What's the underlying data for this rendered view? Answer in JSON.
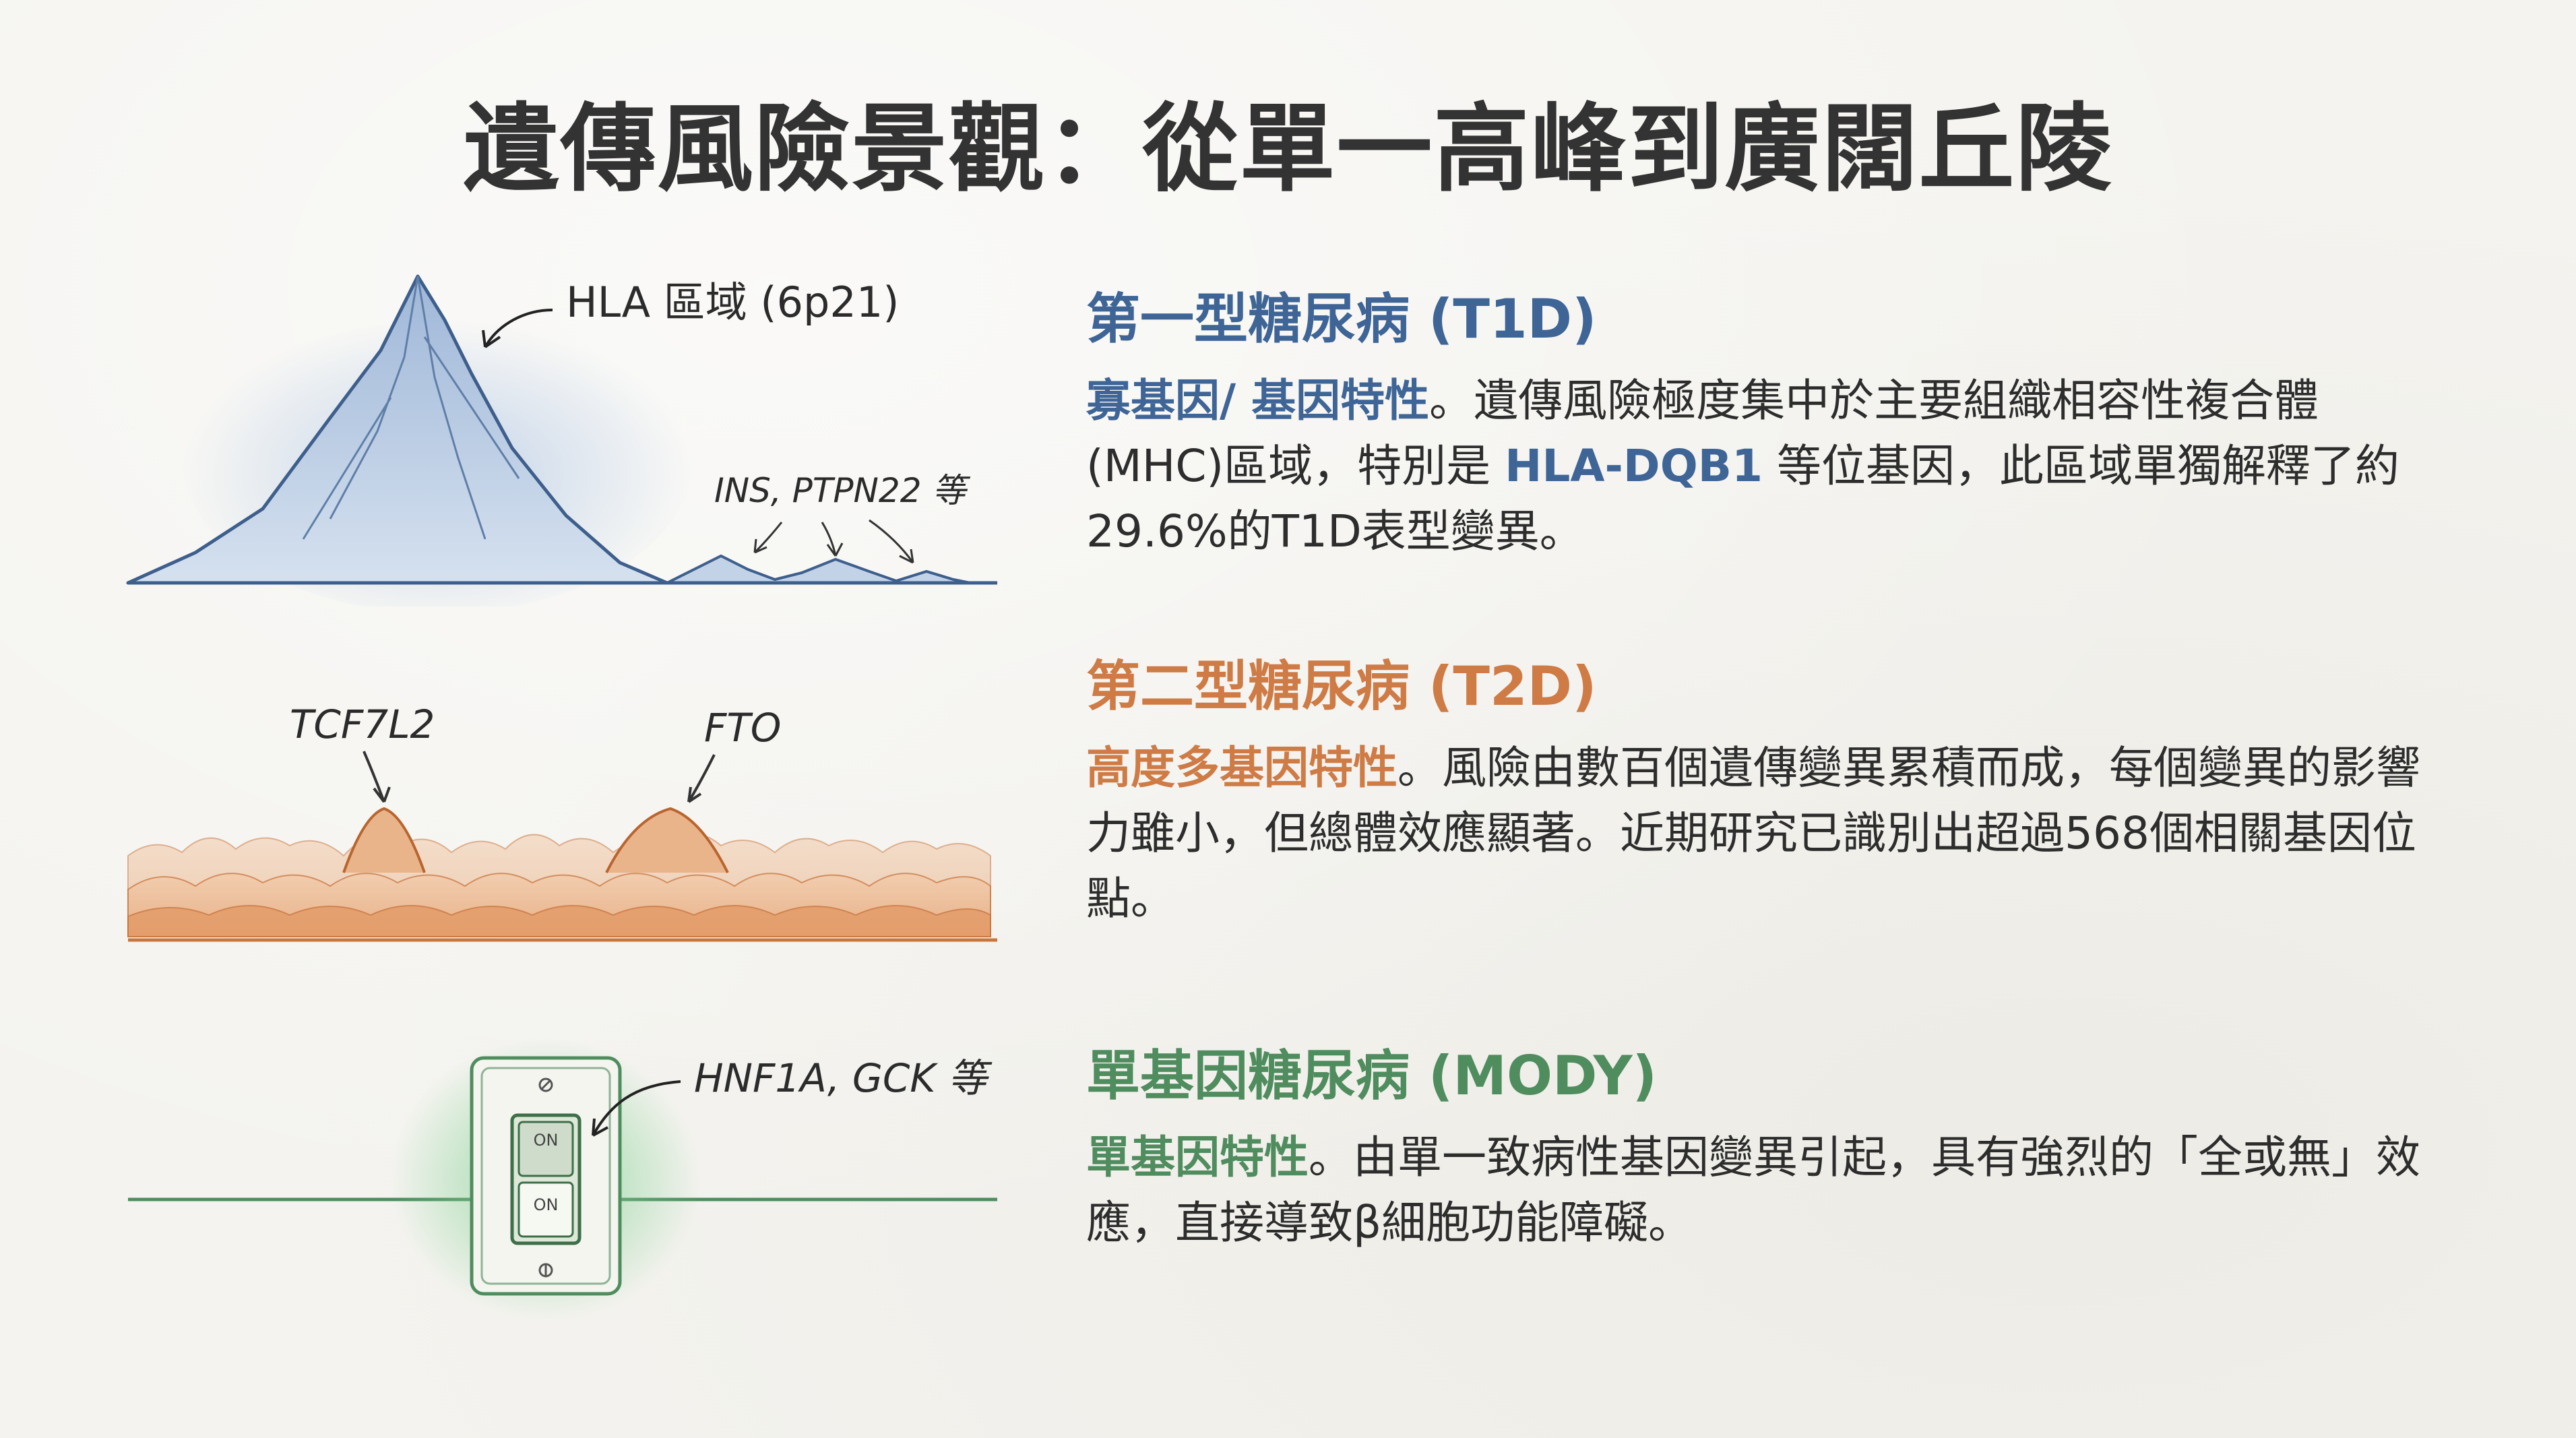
{
  "title": "遺傳風險景觀：從單一高峰到廣闊丘陵",
  "colors": {
    "t1d": "#3e6596",
    "t2d": "#cf7b45",
    "mody": "#4f8c5e",
    "background": "#f4f3ef"
  },
  "sections": [
    {
      "title": "第一型糖尿病 (T1D)",
      "keyword": "寡基因/ 基因特性",
      "text_part1": "。遺傳風險極度集中於主要組織相容性複合體 (MHC)區域，特別是 ",
      "highlight": "HLA-DQB1",
      "text_part2": " 等位基因，此區域單獨解釋了約29.6%的T1D表型變異。"
    },
    {
      "title": "第二型糖尿病 (T2D)",
      "keyword": "高度多基因特性",
      "text": "。風險由數百個遺傳變異累積而成，每個變異的影響力雖小，但總體效應顯著。近期研究已識別出超過568個相關基因位點。"
    },
    {
      "title": "單基因糖尿病 (MODY)",
      "keyword": "單基因特性",
      "text": "。由單一致病性基因變異引起，具有強烈的「全或無」效應，直接導致β細胞功能障礙。"
    }
  ],
  "illustrations": {
    "t1d": {
      "peak_label": "HLA 區域 (6p21)",
      "minor_label": "INS, PTPN22 等"
    },
    "t2d": {
      "label_1": "TCF7L2",
      "label_2": "FTO"
    },
    "mody": {
      "switch_label": "HNF1A, GCK 等",
      "switch_top": "ON",
      "switch_bottom": "ON"
    }
  }
}
